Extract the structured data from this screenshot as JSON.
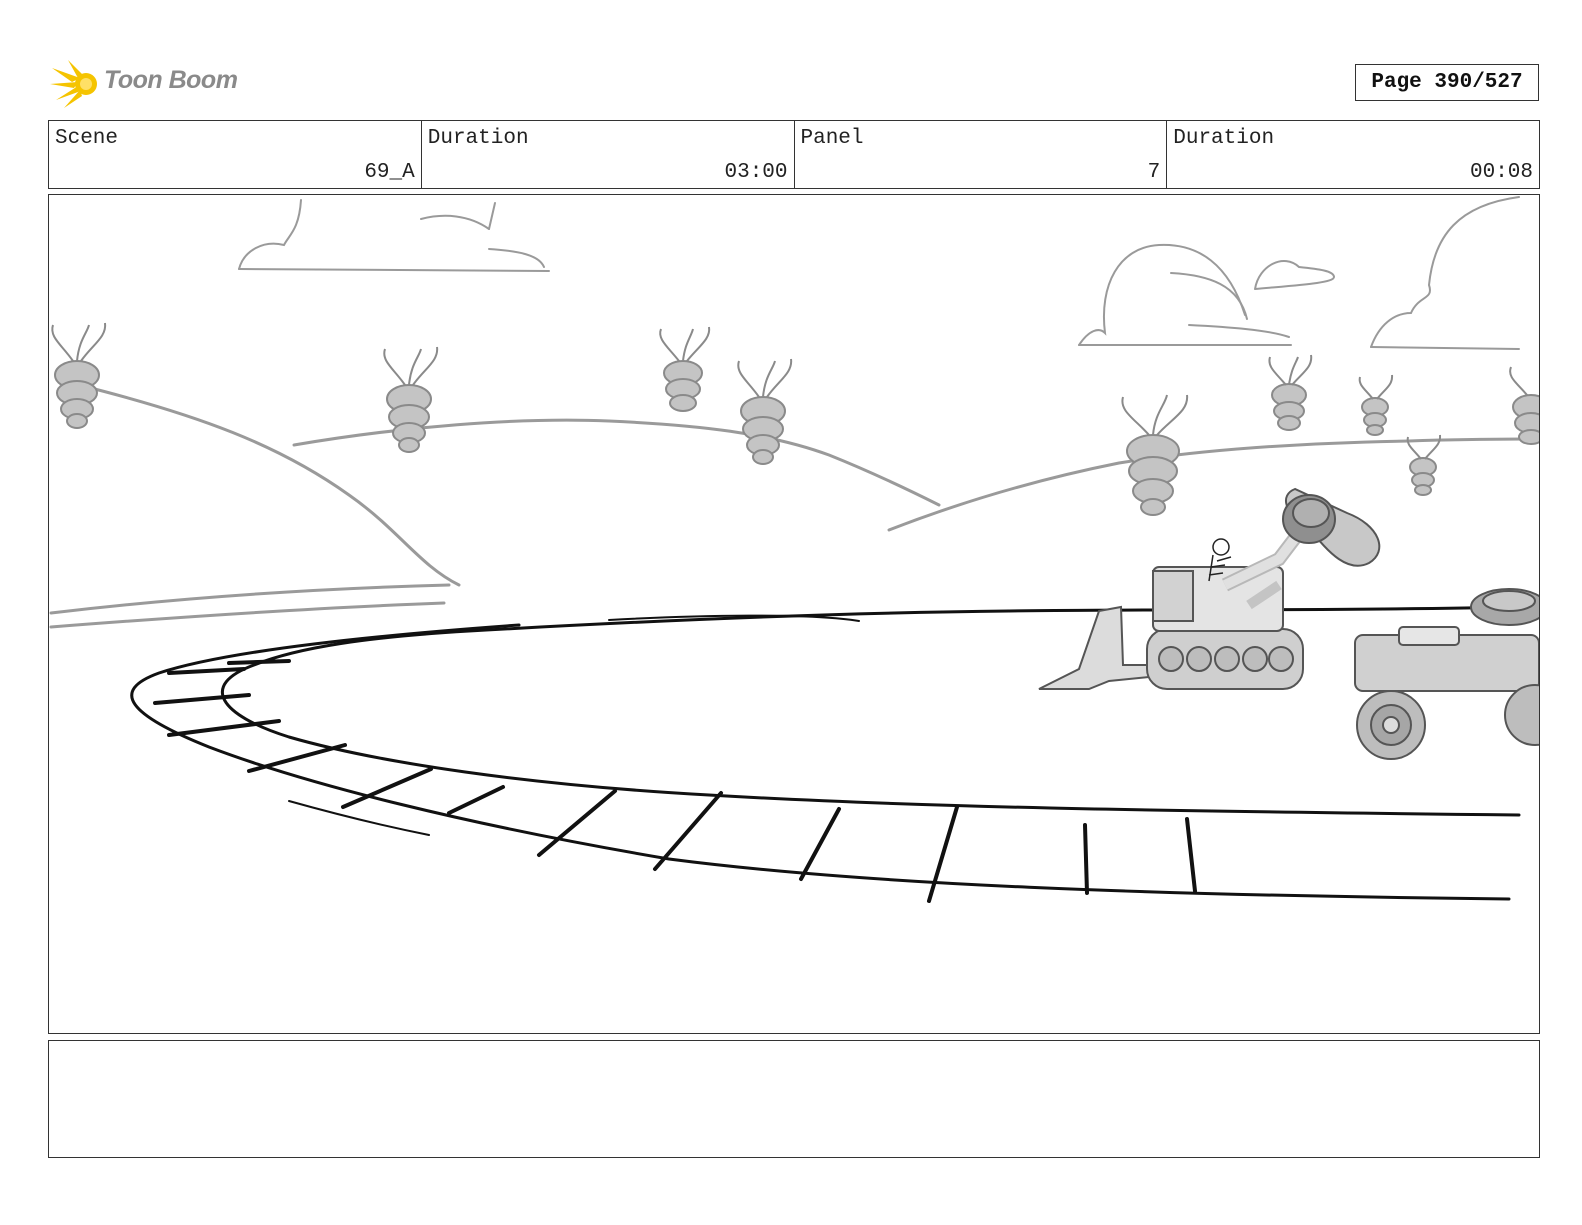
{
  "header": {
    "logo_text": "Toon Boom",
    "page_label": "Page 390/527"
  },
  "info": {
    "scene_label": "Scene",
    "scene_value": "69_A",
    "scene_duration_label": "Duration",
    "scene_duration_value": "03:00",
    "panel_label": "Panel",
    "panel_value": "7",
    "panel_duration_label": "Duration",
    "panel_duration_value": "00:08"
  },
  "colors": {
    "logo_yellow": "#f5c400",
    "logo_text": "#8a8a8a",
    "sketch_gray": "#9a9a9a",
    "ink": "#111111"
  },
  "icons": [
    "toon-boom-logo-icon"
  ]
}
